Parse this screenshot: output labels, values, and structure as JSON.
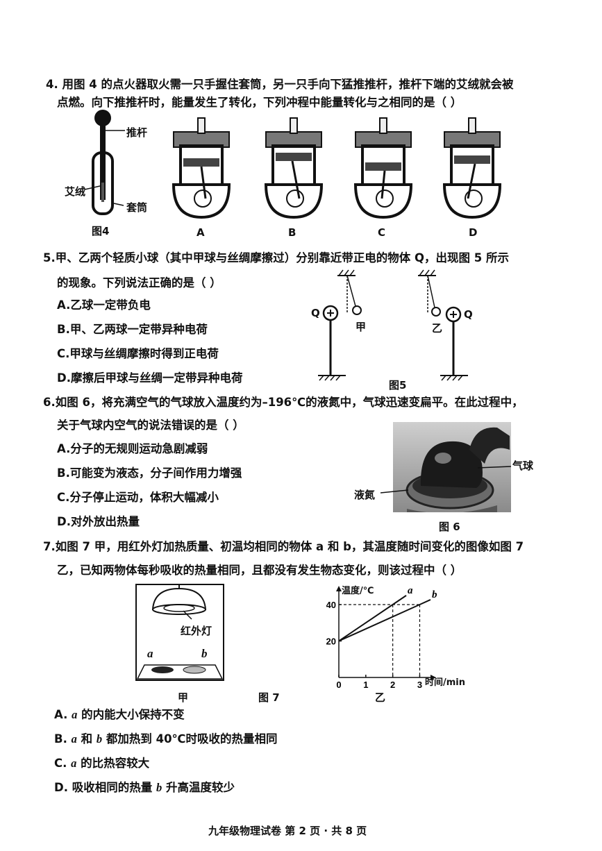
{
  "q4": {
    "line1": "4. 用图 4 的点火器取火需一只手握住套筒，另一只手向下猛推推杆，推杆下端的艾绒就会被",
    "line2": "点燃。向下推推杆时，能量发生了转化，下列冲程中能量转化与之相同的是（      ）",
    "label_rod": "推杆",
    "label_tinder": "艾绒",
    "label_sleeve": "套筒",
    "fig_caption": "图4",
    "options": [
      "A",
      "B",
      "C",
      "D"
    ]
  },
  "q5": {
    "line1": "5.甲、乙两个轻质小球（其中甲球与丝绸摩擦过）分别靠近带正电的物体 Q，出现图 5 所示",
    "line2": "的现象。下列说法正确的是（      ）",
    "optA": "A.乙球一定带负电",
    "optB": "B.甲、乙两球一定带异种电荷",
    "optC": "C.甲球与丝绸摩擦时得到正电荷",
    "optD": "D.摩擦后甲球与丝绸一定带异种电荷",
    "label_q": "Q",
    "label_jia": "甲",
    "label_yi": "乙",
    "fig_caption": "图5"
  },
  "q6": {
    "line1": "6.如图 6，将充满空气的气球放入温度约为–196℃的液氮中，气球迅速变扁平。在此过程中，",
    "line2": "关于气球内空气的说法错误的是（      ）",
    "optA": "A.分子的无规则运动急剧减弱",
    "optB": "B.可能变为液态，分子间作用力增强",
    "optC": "C.分子停止运动，体积大幅减小",
    "optD": "D.对外放出热量",
    "label_balloon": "气球",
    "label_ln2": "液氮",
    "fig_caption": "图 6"
  },
  "q7": {
    "line1": "7.如图 7 甲，用红外灯加热质量、初温均相同的物体 a 和 b，其温度随时间变化的图像如图 7",
    "line2": "乙，已知两物体每秒吸收的热量相同，且都没有发生物态变化，则该过程中（      ）",
    "label_lamp": "红外灯",
    "label_a": "a",
    "label_b": "b",
    "label_jia": "甲",
    "label_yi": "乙",
    "fig_caption": "图 7",
    "optA_pre": "A.",
    "optA_var": "a",
    "optA_text": " 的内能大小保持不变",
    "optB_pre": "B.",
    "optB_var1": "a",
    "optB_mid": " 和 ",
    "optB_var2": "b",
    "optB_text": " 都加热到 40℃时吸收的热量相同",
    "optC_pre": "C.",
    "optC_var": "a",
    "optC_text": " 的比热容较大",
    "optD_pre": "D.",
    "optD_text1": "吸收相同的热量 ",
    "optD_var": "b",
    "optD_text2": " 升高温度较少"
  },
  "chart_data": {
    "type": "line",
    "ylabel": "温度/℃",
    "xlabel": "时间/min",
    "x_ticks": [
      0,
      1,
      2,
      3
    ],
    "y_ticks": [
      20,
      40
    ],
    "xlim": [
      0,
      3.4
    ],
    "ylim": [
      0,
      48
    ],
    "series": [
      {
        "name": "a",
        "x": [
          0,
          2,
          2.5
        ],
        "values": [
          20,
          40,
          45
        ]
      },
      {
        "name": "b",
        "x": [
          0,
          3,
          3.4
        ],
        "values": [
          20,
          40,
          42.7
        ]
      }
    ]
  },
  "footer": "九年级物理试卷  第 2 页 · 共 8 页"
}
